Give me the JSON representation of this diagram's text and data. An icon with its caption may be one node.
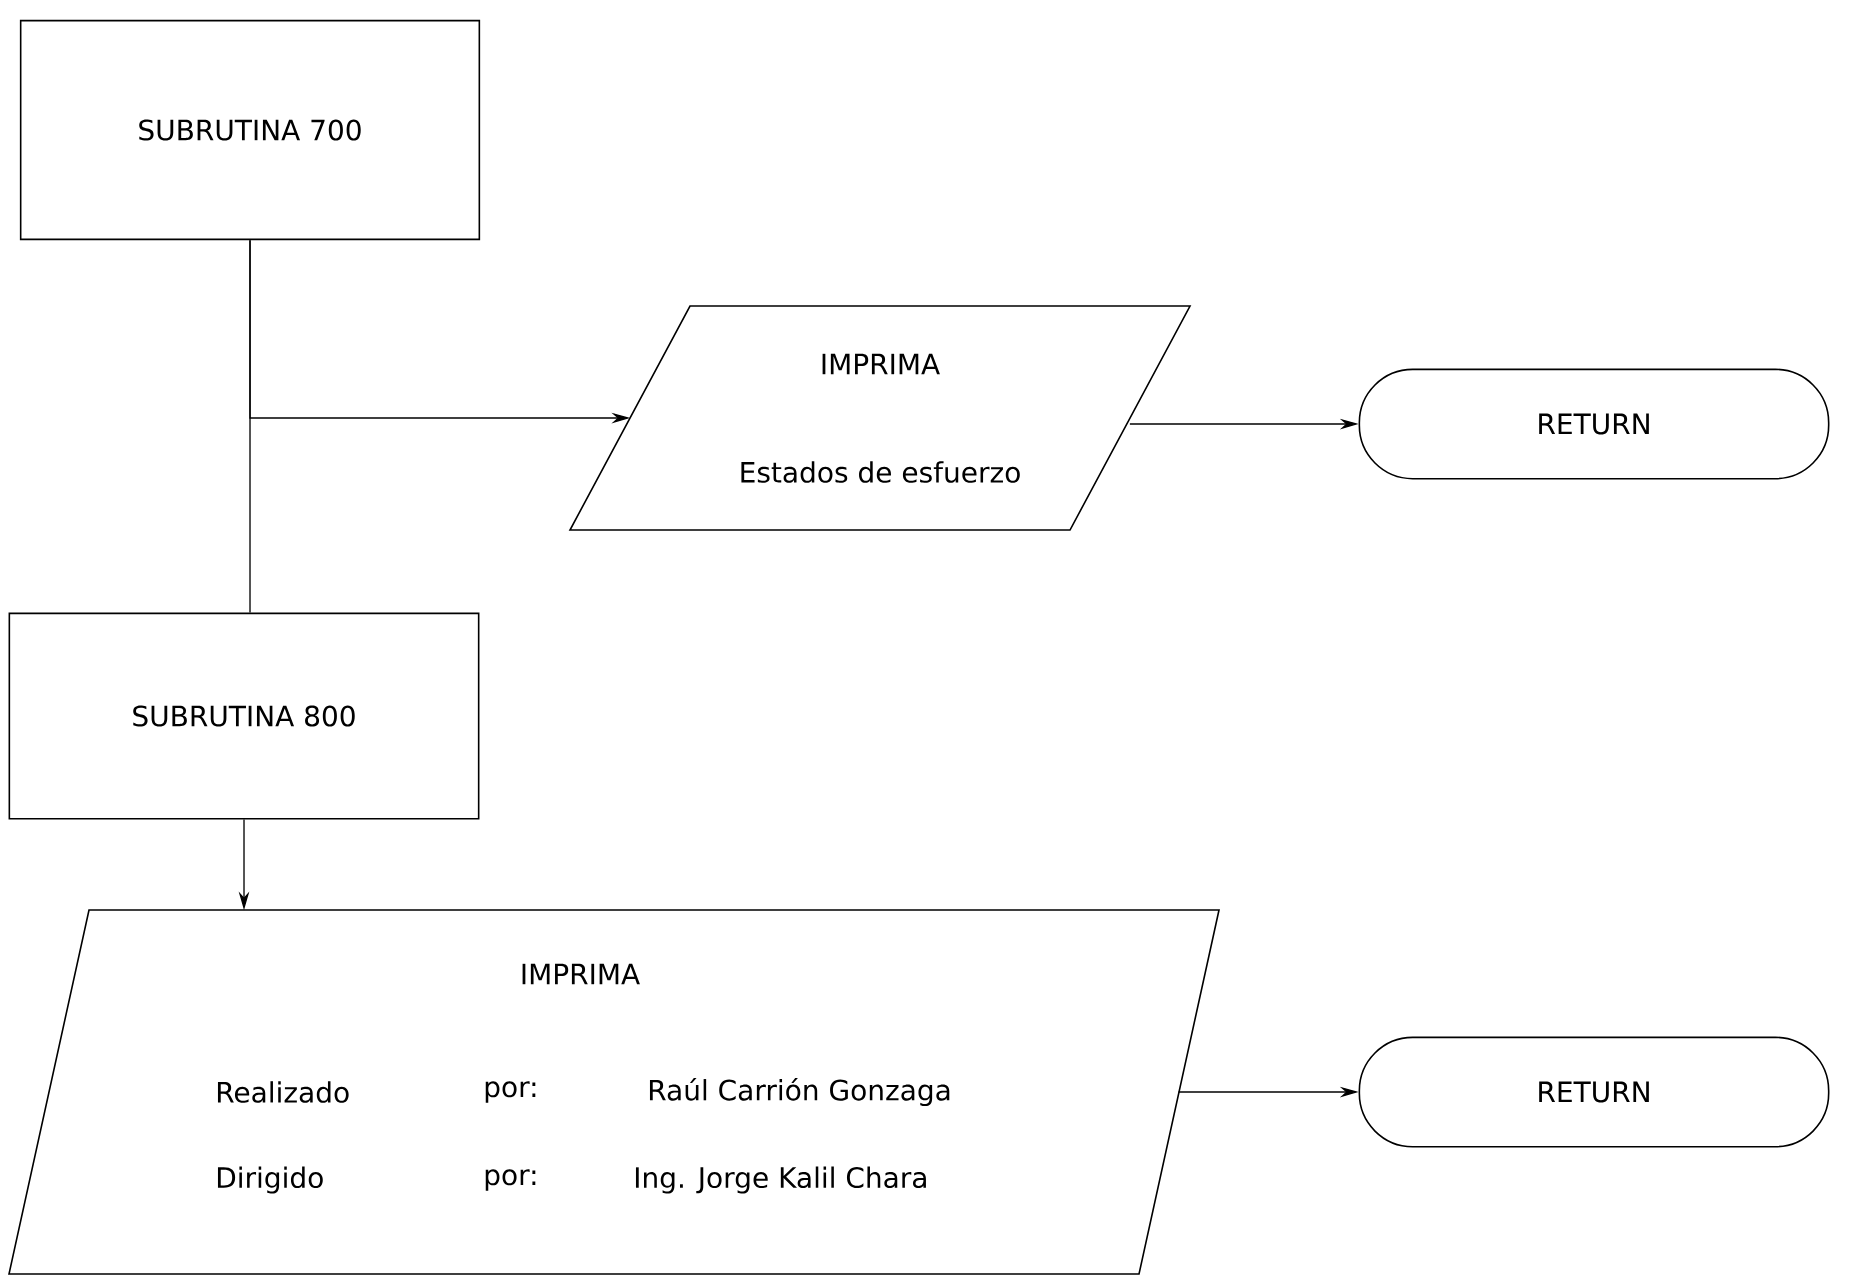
{
  "diagram": {
    "nodes": [
      {
        "text": [
          "SUBRUTINA 700"
        ]
      },
      {
        "text": [
          "IMPRIMA",
          "Estados de esfuerzo"
        ]
      },
      {
        "text": [
          "RETURN"
        ]
      },
      {
        "text": [
          "SUBRUTINA 800"
        ]
      },
      {
        "text": [
          "IMPRIMA",
          "Realizado",
          "por:",
          "Raúl Carrión Gonzaga",
          "Dirigido",
          "por:",
          "Ing. Jorge Kalil Chara"
        ]
      },
      {
        "text": [
          "RETURN"
        ]
      }
    ],
    "edges": [
      {
        "from": 0,
        "to": 1,
        "arrow": "to"
      },
      {
        "from": 1,
        "to": 2,
        "arrow": "to"
      },
      {
        "from": 0,
        "to": 3,
        "arrow": "none"
      },
      {
        "from": 3,
        "to": 4,
        "arrow": "to"
      },
      {
        "from": 4,
        "to": 5,
        "arrow": "to"
      }
    ]
  }
}
